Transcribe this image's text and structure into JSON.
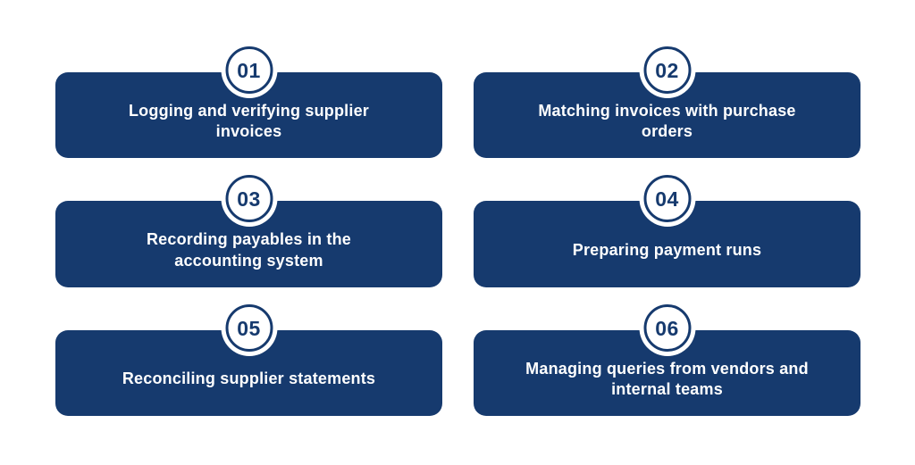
{
  "colors": {
    "card_navy": "#163a6e",
    "card_text": "#ffffff",
    "badge_fill": "#ffffff",
    "badge_ring": "#163a6e",
    "background": "#ffffff"
  },
  "cards": [
    {
      "number": "01",
      "label": "Logging and verifying supplier invoices"
    },
    {
      "number": "02",
      "label": "Matching invoices with purchase orders"
    },
    {
      "number": "03",
      "label": "Recording payables in the accounting system"
    },
    {
      "number": "04",
      "label": "Preparing payment runs"
    },
    {
      "number": "05",
      "label": "Reconciling supplier statements"
    },
    {
      "number": "06",
      "label": "Managing queries from vendors and internal teams"
    }
  ]
}
